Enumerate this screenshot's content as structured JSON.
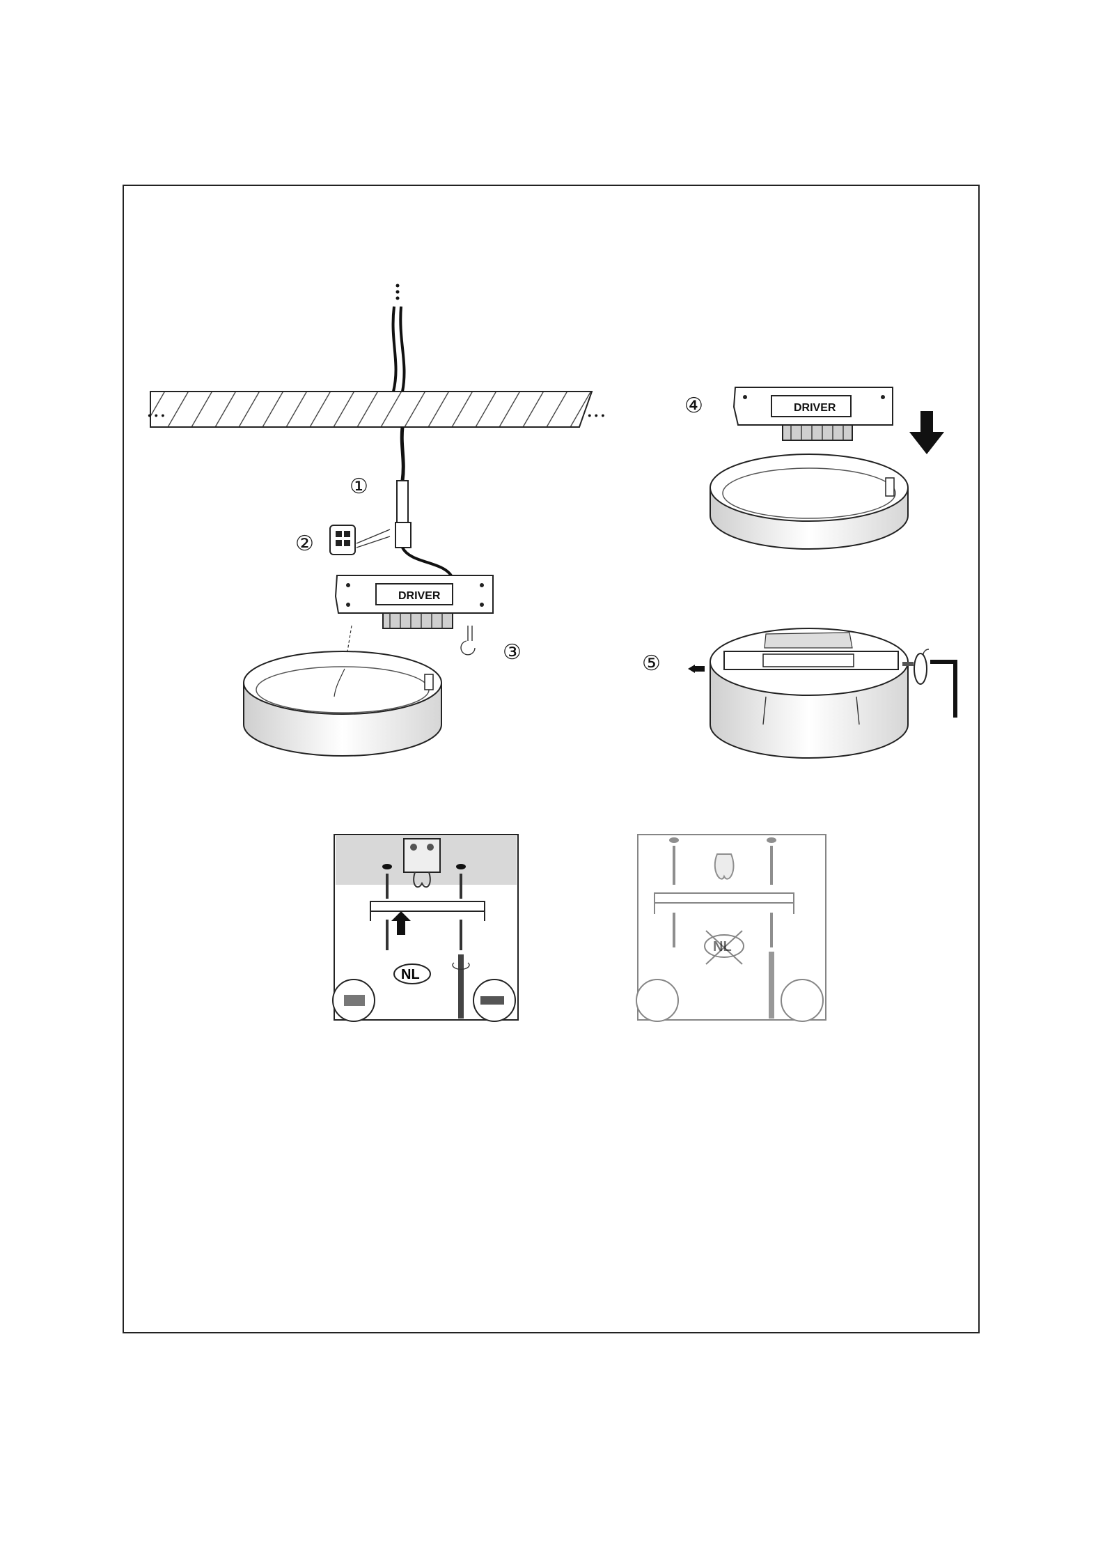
{
  "steps": {
    "s1": "①",
    "s2": "②",
    "s3": "③",
    "s4": "④",
    "s5": "⑤"
  },
  "driver_label": "DRIVER",
  "driver_label_alt": "DRIVER",
  "ellipsis": "...",
  "panels": {
    "left_badge": "NL",
    "right_badge": "NL"
  }
}
